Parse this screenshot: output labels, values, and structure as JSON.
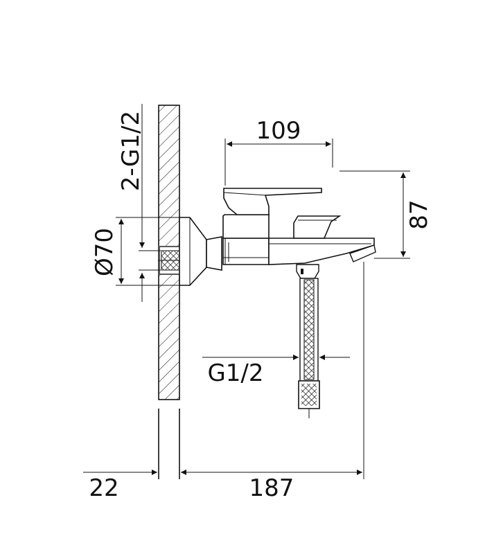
{
  "drawing": {
    "dimensions": {
      "spout_reach_top": "109",
      "height_total": "87",
      "inlet_thread": "2-G1/2",
      "flange_diameter": "Ø70",
      "hose_thread": "G1/2",
      "wall_offset": "22",
      "projection": "187"
    }
  }
}
